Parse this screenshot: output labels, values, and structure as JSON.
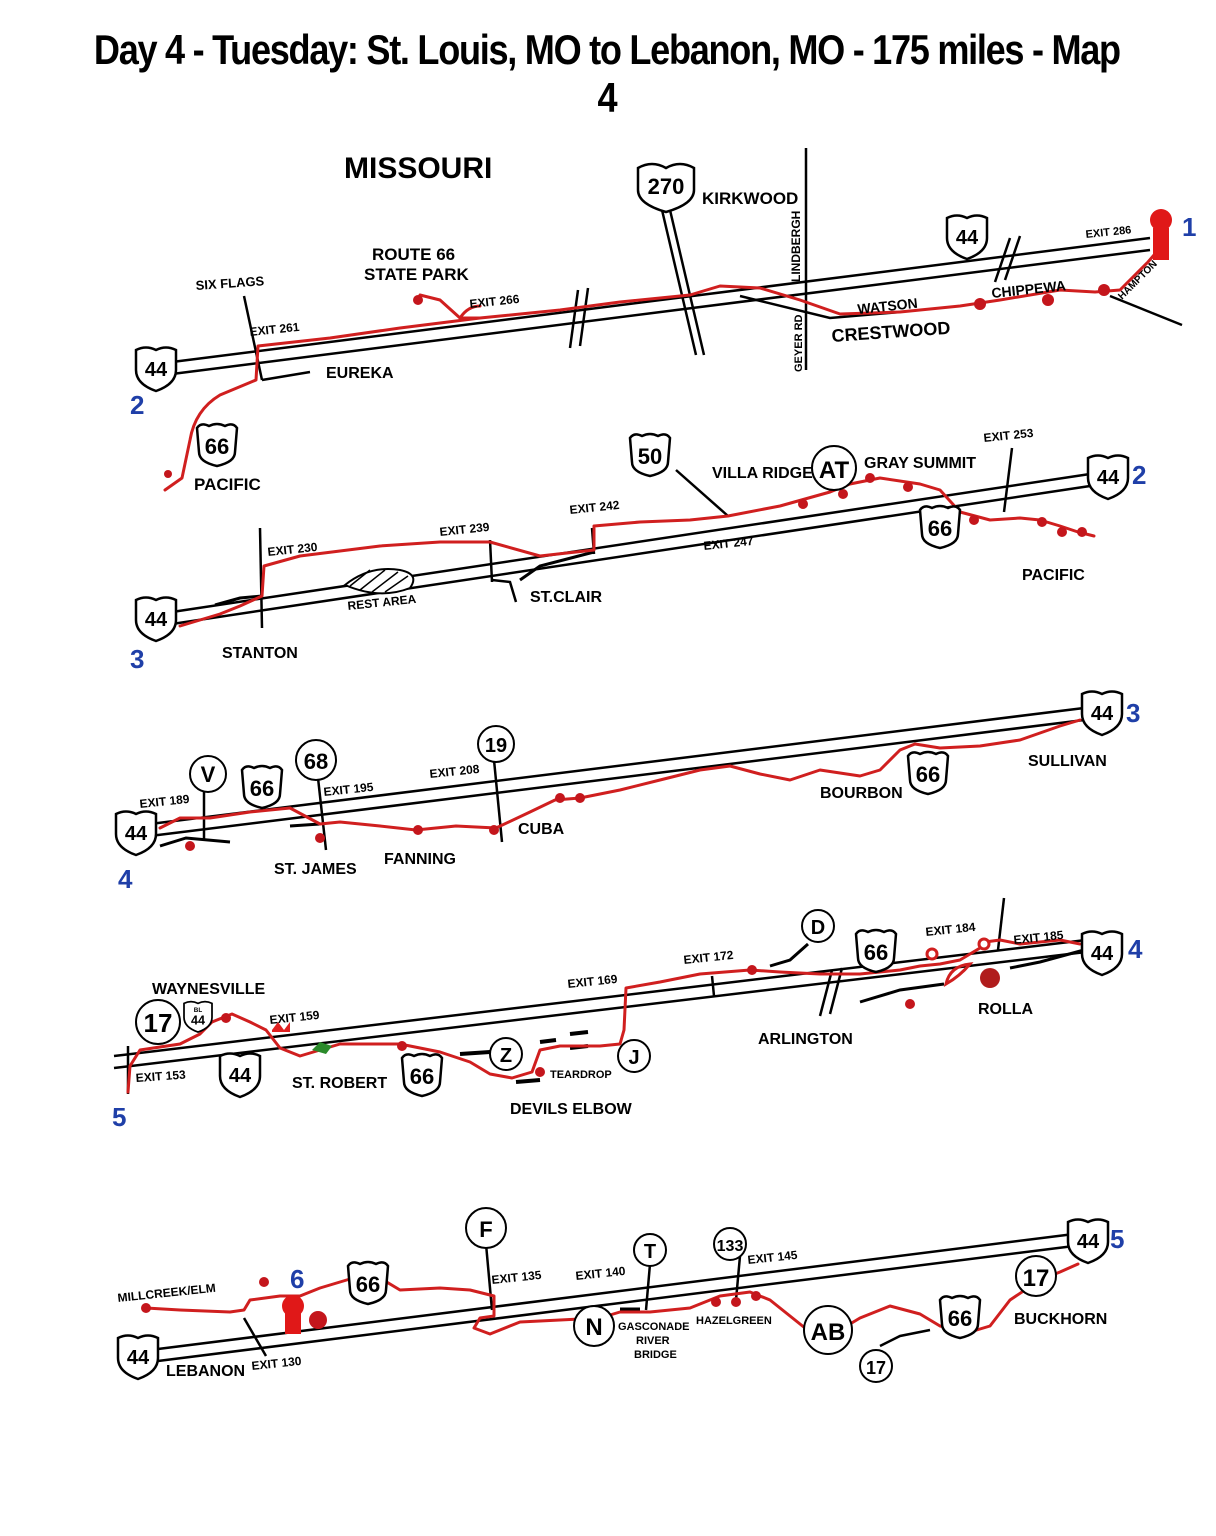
{
  "title": "Day 4 - Tuesday: St. Louis, MO to Lebanon, MO - 175 miles - Map 4",
  "state_label": "MISSOURI",
  "colors": {
    "route": "#d01f1f",
    "segment_number": "#1f3fa8",
    "road": "#000000"
  },
  "segment_numbers": [
    "1",
    "2",
    "2",
    "3",
    "3",
    "4",
    "4",
    "5",
    "5",
    "6"
  ],
  "shields": {
    "interstate": [
      "44",
      "270"
    ],
    "us": [
      "66",
      "50"
    ],
    "state": [
      "AT",
      "V",
      "68",
      "19",
      "D",
      "17",
      "Z",
      "J",
      "F",
      "T",
      "133",
      "N",
      "AB",
      "17"
    ]
  },
  "strip1": {
    "labels": [
      "KIRKWOOD",
      "LINDBERGH",
      "GEYER RD",
      "EXIT 286",
      "HAMPTON",
      "CHIPPEWA",
      "WATSON",
      "CRESTWOOD",
      "ROUTE 66",
      "STATE PARK",
      "EXIT 266",
      "SIX FLAGS",
      "EXIT 261",
      "EUREKA",
      "PACIFIC"
    ]
  },
  "strip2": {
    "labels": [
      "VILLA RIDGE",
      "GRAY SUMMIT",
      "EXIT 253",
      "EXIT 247",
      "EXIT 242",
      "EXIT 239",
      "EXIT 230",
      "REST AREA",
      "ST.CLAIR",
      "STANTON",
      "PACIFIC"
    ]
  },
  "strip3": {
    "labels": [
      "EXIT 189",
      "EXIT 195",
      "EXIT 208",
      "ST. JAMES",
      "FANNING",
      "CUBA",
      "BOURBON",
      "SULLIVAN"
    ]
  },
  "strip4": {
    "labels": [
      "WAYNESVILLE",
      "BL",
      "EXIT 159",
      "EXIT 153",
      "ST. ROBERT",
      "TEARDROP",
      "DEVILS ELBOW",
      "EXIT 169",
      "EXIT 172",
      "ARLINGTON",
      "EXIT 184",
      "EXIT 185",
      "ROLLA"
    ]
  },
  "strip5": {
    "labels": [
      "MILLCREEK/ELM",
      "LEBANON",
      "EXIT 130",
      "EXIT 135",
      "EXIT 140",
      "GASCONADE",
      "RIVER",
      "BRIDGE",
      "HAZELGREEN",
      "EXIT 145",
      "BUCKHORN"
    ]
  }
}
